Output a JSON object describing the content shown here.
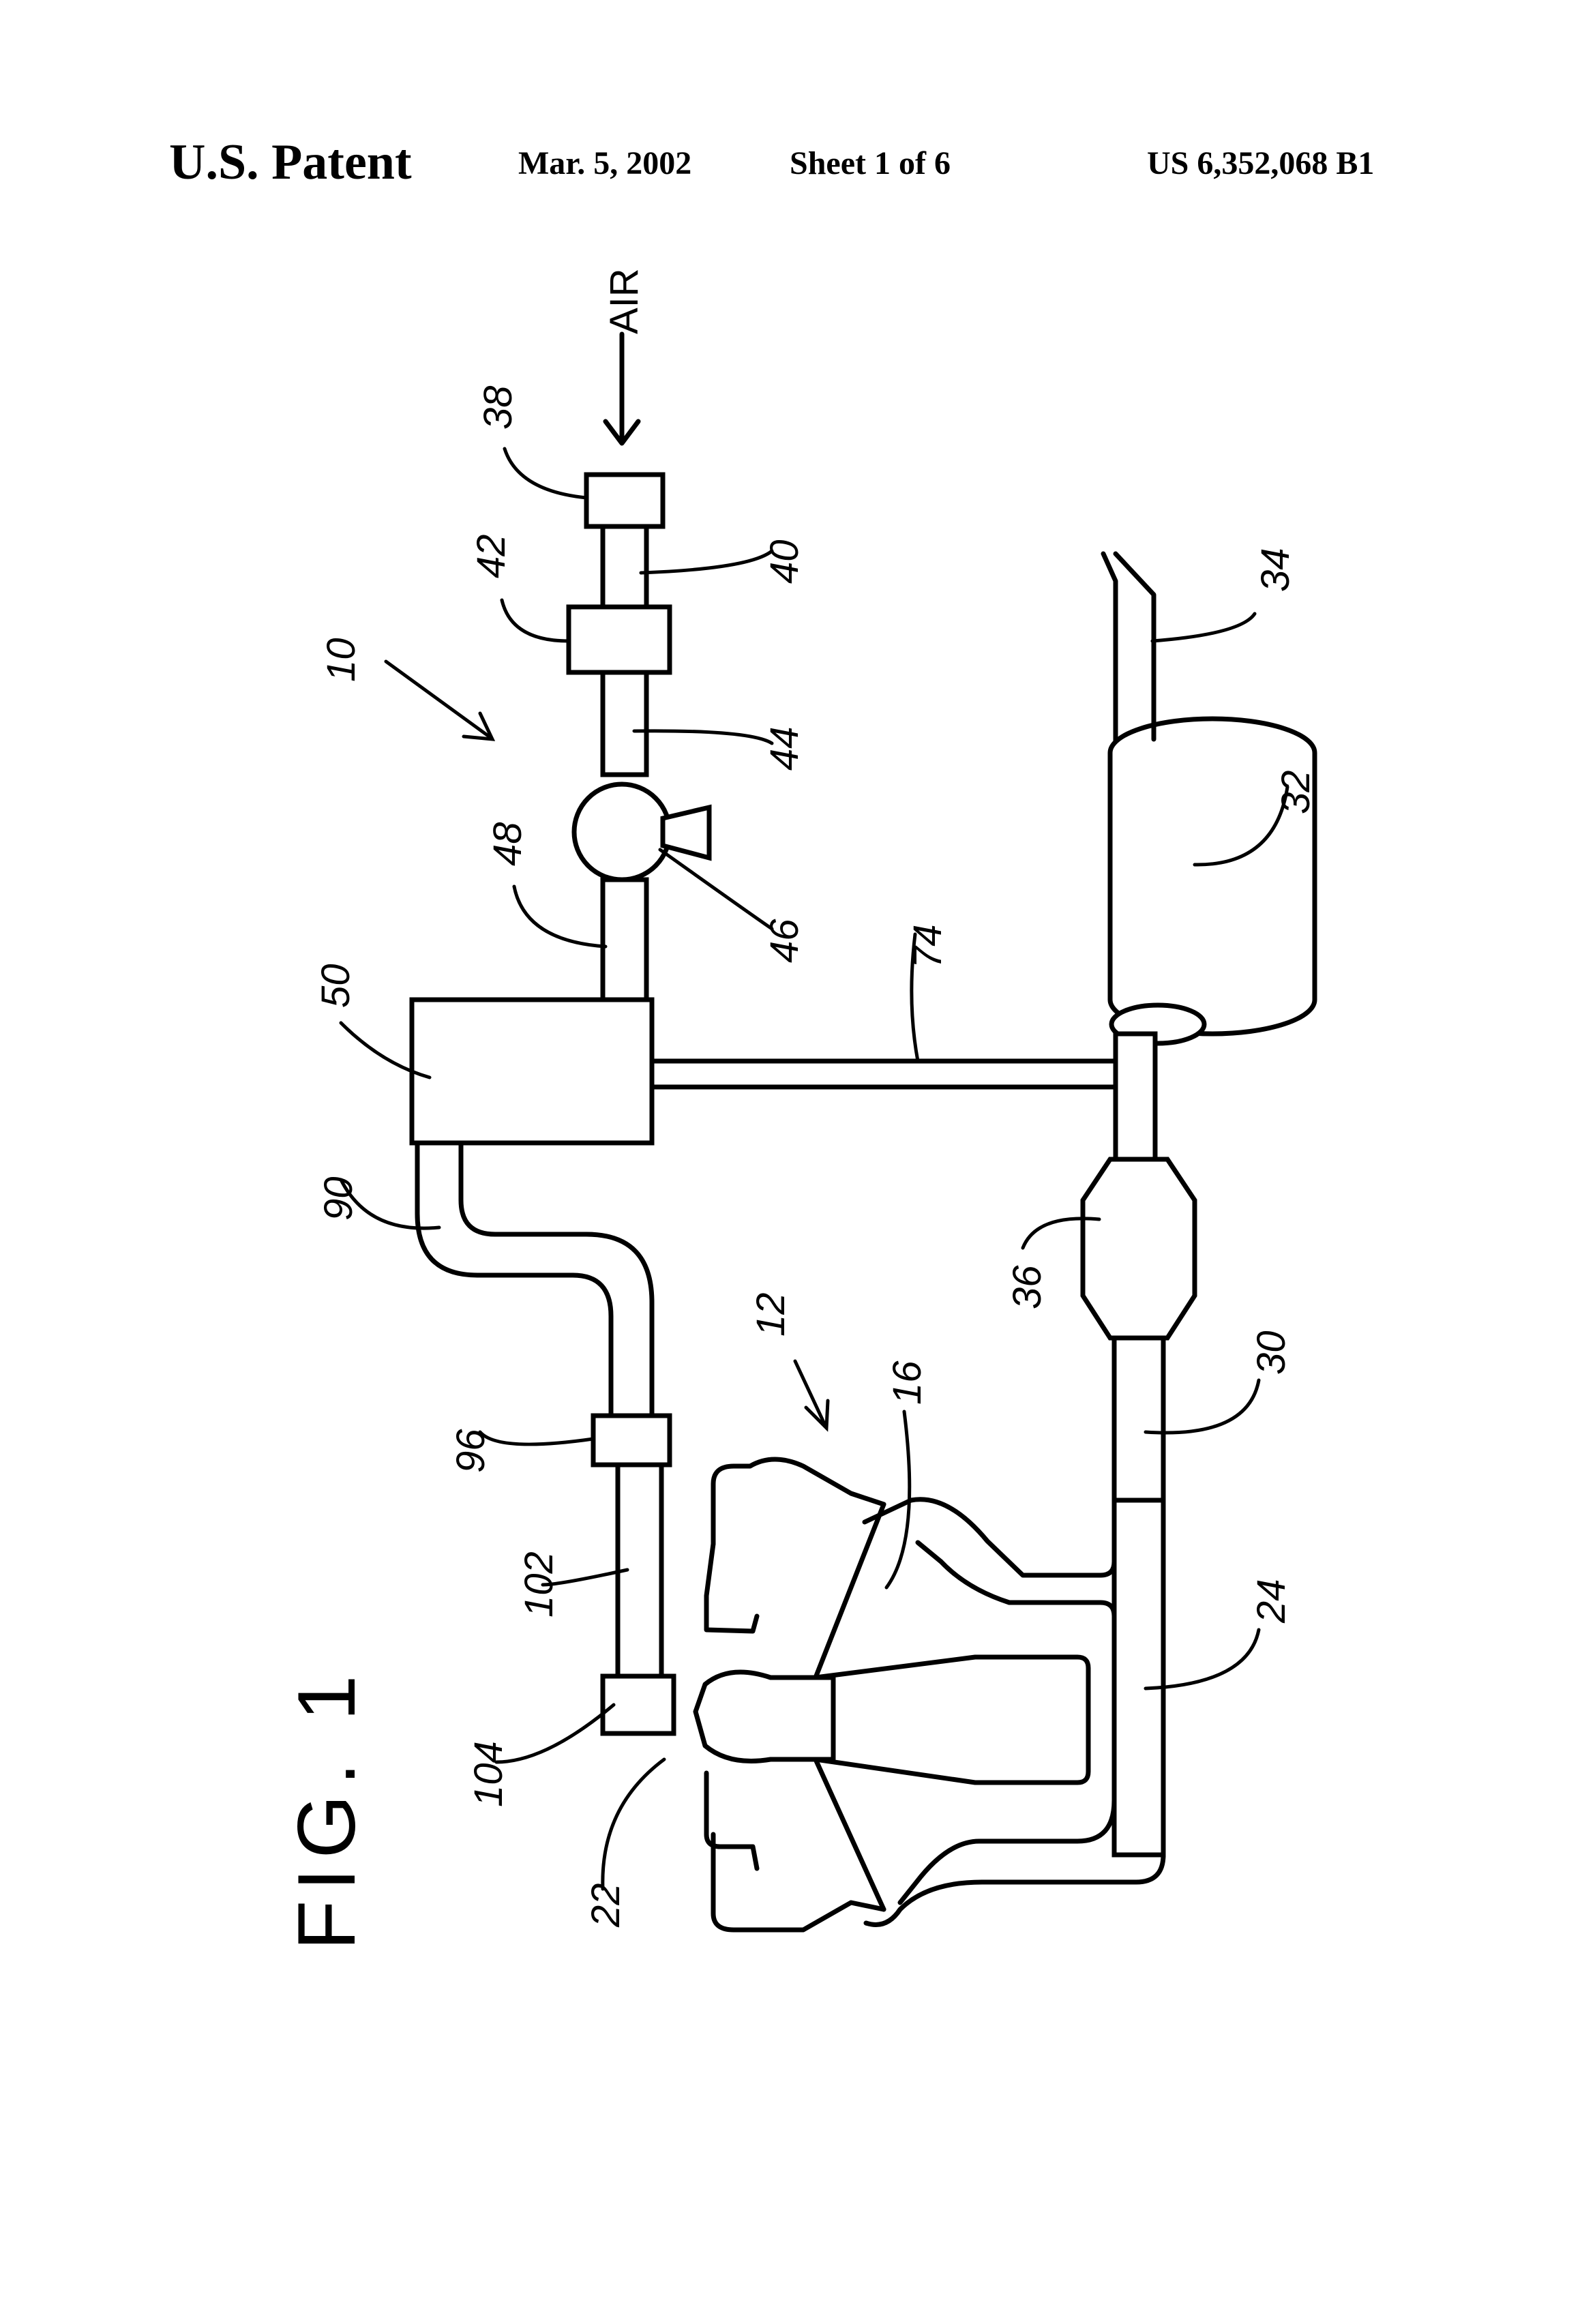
{
  "header": {
    "patent": "U.S. Patent",
    "date": "Mar. 5, 2002",
    "sheet": "Sheet 1 of 6",
    "number": "US 6,352,068 B1"
  },
  "figure": {
    "title": "FIG. 1",
    "air_label": "AIR",
    "refs": {
      "r10": "10",
      "r12": "12",
      "r16": "16",
      "r22": "22",
      "r24": "24",
      "r30": "30",
      "r32": "32",
      "r34": "34",
      "r36": "36",
      "r38": "38",
      "r40": "40",
      "r42": "42",
      "r44": "44",
      "r46": "46",
      "r48": "48",
      "r50": "50",
      "r74": "74",
      "r90": "90",
      "r96": "96",
      "r102": "102",
      "r104": "104"
    }
  }
}
